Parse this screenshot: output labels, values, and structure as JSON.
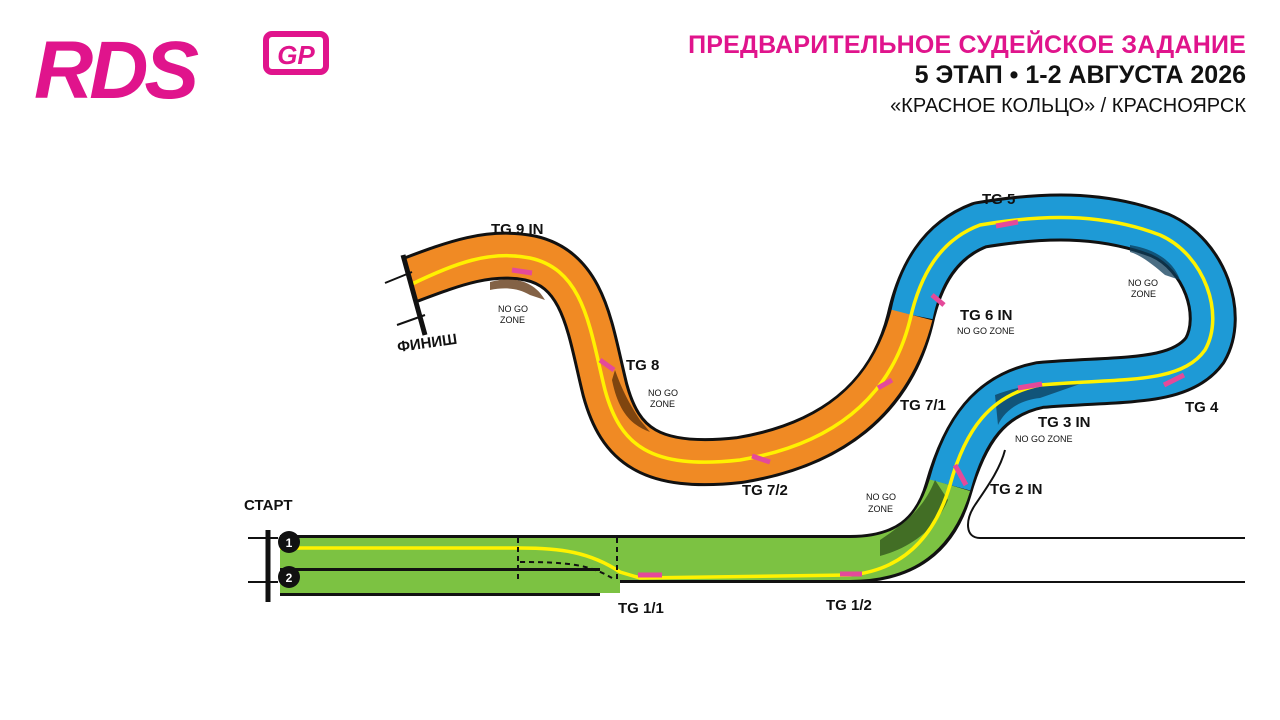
{
  "header": {
    "line1": "ПРЕДВАРИТЕЛЬНОЕ СУДЕЙСКОЕ ЗАДАНИЕ",
    "line2": "5 ЭТАП • 1-2 АВГУСТА 2026",
    "line3": "«КРАСНОЕ КОЛЬЦО» / КРАСНОЯРСК"
  },
  "logo": {
    "text": "RDS",
    "badge": "GP"
  },
  "labels": {
    "start": "СТАРТ",
    "finish": "ФИНИШ",
    "grid1": "1",
    "grid2": "2"
  },
  "zones": {
    "tg11": "TG 1/1",
    "tg12": "TG 1/2",
    "tg2in": "TG 2 IN",
    "tg3in": "TG 3 IN",
    "tg4": "TG 4",
    "tg5": "TG 5",
    "tg6in": "TG 6 IN",
    "tg71": "TG 7/1",
    "tg72": "TG 7/2",
    "tg8": "TG 8",
    "tg9in": "TG 9 IN"
  },
  "no_go": {
    "line1": "NO GO",
    "line2": "ZONE",
    "inline": "NO GO ZONE"
  },
  "colors": {
    "accent": "#e0148c",
    "green_sector": "#7cc242",
    "blue_sector": "#1e9ad6",
    "orange_sector": "#f08a24",
    "line": "#fff200",
    "marker": "#e44a9a"
  }
}
